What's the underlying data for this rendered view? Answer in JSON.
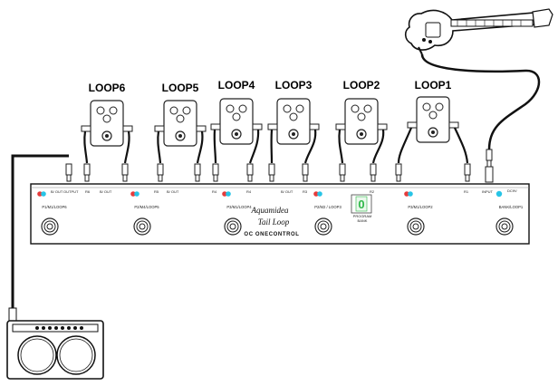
{
  "loops": [
    {
      "id": "loop6",
      "label": "LOOP6"
    },
    {
      "id": "loop5",
      "label": "LOOP5"
    },
    {
      "id": "loop4",
      "label": "LOOP4"
    },
    {
      "id": "loop3",
      "label": "LOOP3"
    },
    {
      "id": "loop2",
      "label": "LOOP2"
    },
    {
      "id": "loop1",
      "label": "LOOP1"
    }
  ],
  "switches": [
    {
      "label": "P1/M1/LOOP6"
    },
    {
      "label": "P2/M4/LOOP5"
    },
    {
      "label": "P3/M1/LOOP4"
    },
    {
      "label": "P2/M2 / LOOP3"
    },
    {
      "label": "P3/M1/LOOP2"
    },
    {
      "label": "BANK/LOOP1"
    }
  ],
  "controller": {
    "brand_script_1": "Aquamidea",
    "brand_script_2": "Tail Loop",
    "brand_name": "OC ONECONTROL",
    "display_digit": "0",
    "program_label": "PROGRAM",
    "bank_label": "BANK",
    "jack_labels": [
      "B/ OUT",
      "OUTPUT",
      "R6",
      "B/ OUT",
      "R5",
      "B/ OUT",
      "R4",
      "R4",
      "B/ OUT",
      "R3",
      "R2",
      "R1",
      "INPUT",
      "DC9V"
    ]
  },
  "colors": {
    "led_red": "#e63b3b",
    "led_cyan": "#27c4e6",
    "display_green": "#2fb84a"
  }
}
